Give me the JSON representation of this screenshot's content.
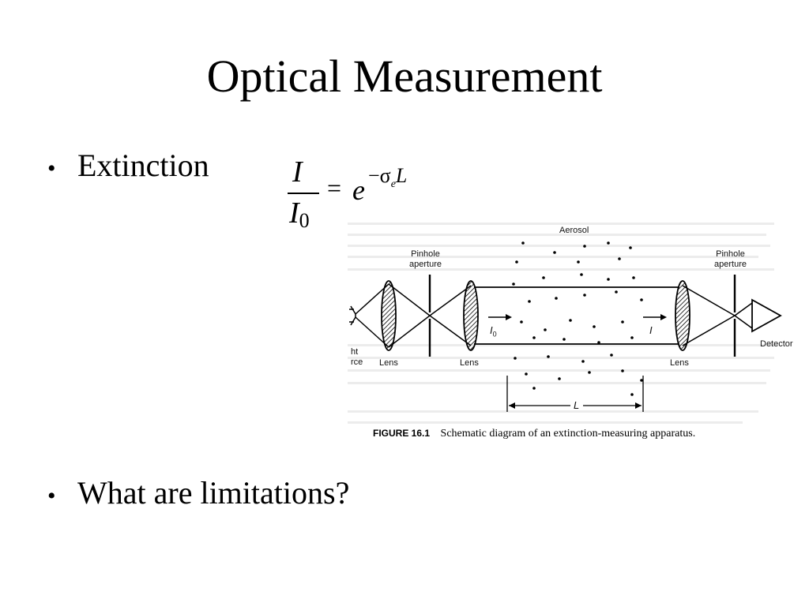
{
  "slide": {
    "title": "Optical Measurement",
    "bullets": [
      {
        "text": "Extinction"
      },
      {
        "text": "What are limitations?"
      }
    ],
    "bullet_glyph": "•"
  },
  "equation": {
    "numerator": "I",
    "denominator": "I",
    "denominator_sub": "0",
    "equals": "=",
    "base": "e",
    "exponent_minus": "−σ",
    "exponent_sub": "e",
    "exponent_L": "L"
  },
  "figure": {
    "labels": {
      "aerosol": "Aerosol",
      "pinhole_left_line1": "Pinhole",
      "pinhole_left_line2": "aperture",
      "pinhole_right_line1": "Pinhole",
      "pinhole_right_line2": "aperture",
      "light_source_line1": "ht",
      "light_source_line2": "rce",
      "lens1": "Lens",
      "lens2": "Lens",
      "lens3": "Lens",
      "detector": "Detector",
      "i0": "I",
      "i0_sub": "0",
      "i": "I",
      "length": "L"
    },
    "caption_number": "FIGURE 16.1",
    "caption_text": "Schematic diagram of an extinction-measuring apparatus."
  }
}
